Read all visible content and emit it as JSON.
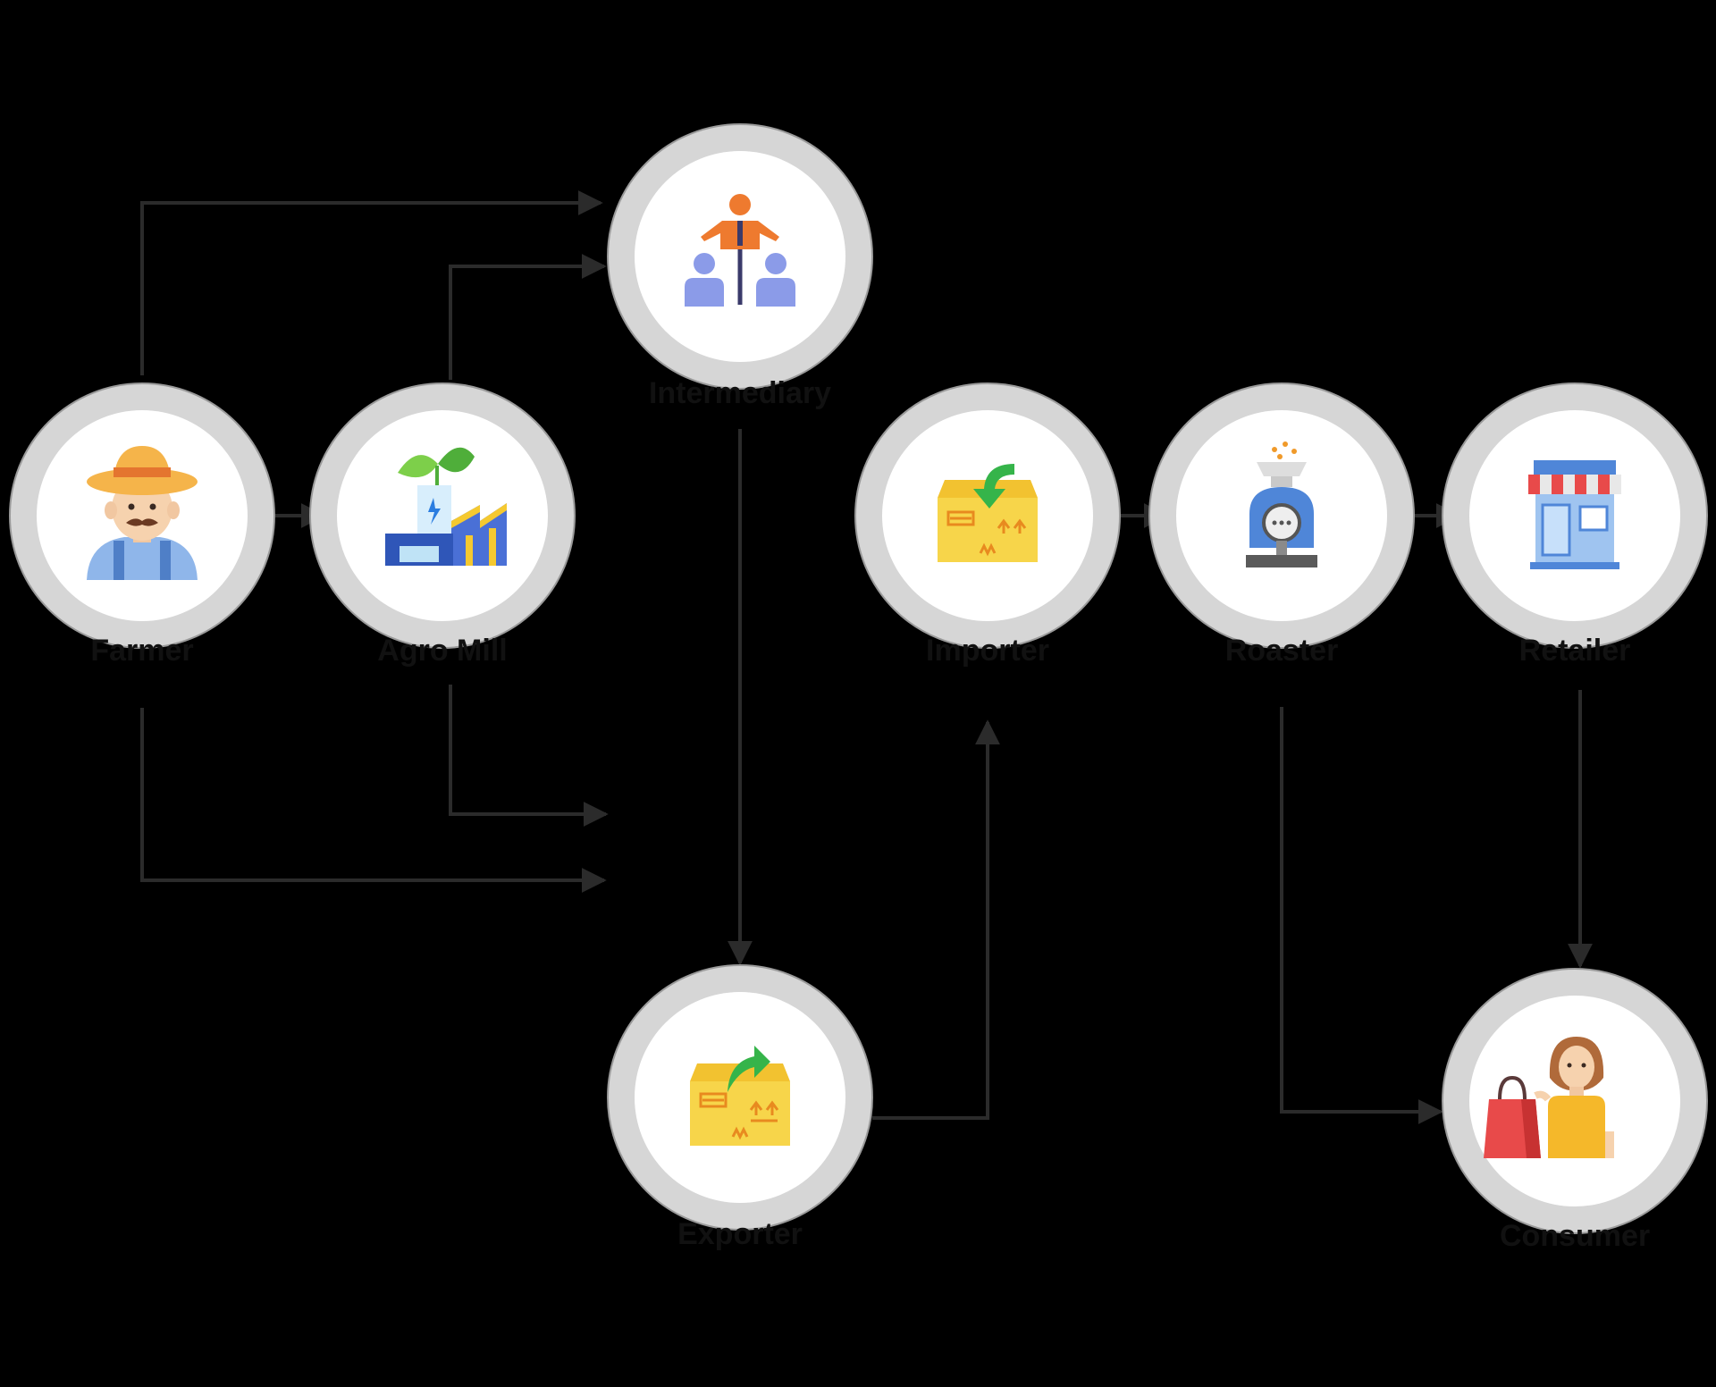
{
  "diagram": {
    "nodes": [
      {
        "id": "farmer",
        "label": "Farmer",
        "icon": "farmer-icon"
      },
      {
        "id": "factory",
        "label": "Agro Mill",
        "icon": "factory-icon"
      },
      {
        "id": "intermediary",
        "label": "Intermediary",
        "icon": "hierarchy-people-icon"
      },
      {
        "id": "exporter",
        "label": "Exporter",
        "icon": "box-export-icon"
      },
      {
        "id": "importer",
        "label": "Importer",
        "icon": "box-import-icon"
      },
      {
        "id": "roaster",
        "label": "Roaster",
        "icon": "coffee-grinder-icon"
      },
      {
        "id": "retailer",
        "label": "Retailer",
        "icon": "shop-icon"
      },
      {
        "id": "consumer",
        "label": "Consumer",
        "icon": "shopper-icon"
      }
    ],
    "edges": [
      {
        "from": "farmer",
        "to": "factory"
      },
      {
        "from": "farmer",
        "to": "intermediary"
      },
      {
        "from": "factory",
        "to": "intermediary"
      },
      {
        "from": "factory",
        "to": "exporter"
      },
      {
        "from": "farmer",
        "to": "exporter"
      },
      {
        "from": "intermediary",
        "to": "exporter"
      },
      {
        "from": "exporter",
        "to": "importer"
      },
      {
        "from": "importer",
        "to": "roaster"
      },
      {
        "from": "roaster",
        "to": "retailer"
      },
      {
        "from": "roaster",
        "to": "consumer"
      },
      {
        "from": "retailer",
        "to": "consumer"
      }
    ],
    "colors": {
      "background": "#000000",
      "ring": "#d6d6d6",
      "disc": "#ffffff",
      "arrow": "#2b2b2b",
      "label": "#111111"
    }
  }
}
